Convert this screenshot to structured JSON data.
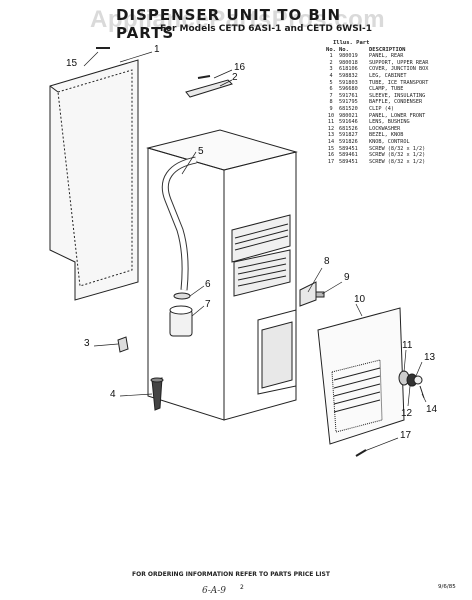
{
  "header": {
    "title": "DISPENSER UNIT TO BIN PARTS",
    "subtitle": "For Models CETD 6ASI-1 and CETD 6WSI-1",
    "watermark": "AppliancePartsPros.com"
  },
  "table": {
    "headers": {
      "illus_part": "Illus.  Part",
      "no": "No.",
      "no2": "No.",
      "description": "DESCRIPTION"
    },
    "rows": [
      {
        "no": "1",
        "part": "980019",
        "desc": "PANEL, REAR"
      },
      {
        "no": "2",
        "part": "980018",
        "desc": "SUPPORT, UPPER REAR"
      },
      {
        "no": "3",
        "part": "618106",
        "desc": "COVER, JUNCTION BOX"
      },
      {
        "no": "4",
        "part": "598832",
        "desc": "LEG, CABINET"
      },
      {
        "no": "5",
        "part": "591803",
        "desc": "TUBE, ICE TRANSPORT"
      },
      {
        "no": "6",
        "part": "596680",
        "desc": "CLAMP, TUBE"
      },
      {
        "no": "7",
        "part": "591761",
        "desc": "SLEEVE, INSULATING"
      },
      {
        "no": "8",
        "part": "591795",
        "desc": "BAFFLE, CONDENSER"
      },
      {
        "no": "9",
        "part": "681520",
        "desc": "CLIP (4)"
      },
      {
        "no": "10",
        "part": "980021",
        "desc": "PANEL, LOWER FRONT"
      },
      {
        "no": "11",
        "part": "591646",
        "desc": "LENS, BUSHING"
      },
      {
        "no": "12",
        "part": "681526",
        "desc": "LOCKWASHER"
      },
      {
        "no": "13",
        "part": "591827",
        "desc": "BEZEL, KNOB"
      },
      {
        "no": "14",
        "part": "591826",
        "desc": "KNOB, CONTROL"
      },
      {
        "no": "15",
        "part": "589451",
        "desc": "SCREW (8/32 x 1/2)"
      },
      {
        "no": "16",
        "part": "589461",
        "desc": "SCREW (8/32 x 1/2)"
      },
      {
        "no": "17",
        "part": "589451",
        "desc": "SCREW (8/32 x 1/2)"
      }
    ]
  },
  "callouts": {
    "c1": "1",
    "c2": "2",
    "c3": "3",
    "c4": "4",
    "c5": "5",
    "c6": "6",
    "c7": "7",
    "c8": "8",
    "c9": "9",
    "c10": "10",
    "c11": "11",
    "c12": "12",
    "c13": "13",
    "c14": "14",
    "c15": "15",
    "c16": "16",
    "c17": "17"
  },
  "footer": {
    "ordering_note": "FOR ORDERING INFORMATION REFER TO PARTS PRICE LIST",
    "page_number": "2",
    "date_code": "9/6/85",
    "handwritten": "6-A-9"
  }
}
